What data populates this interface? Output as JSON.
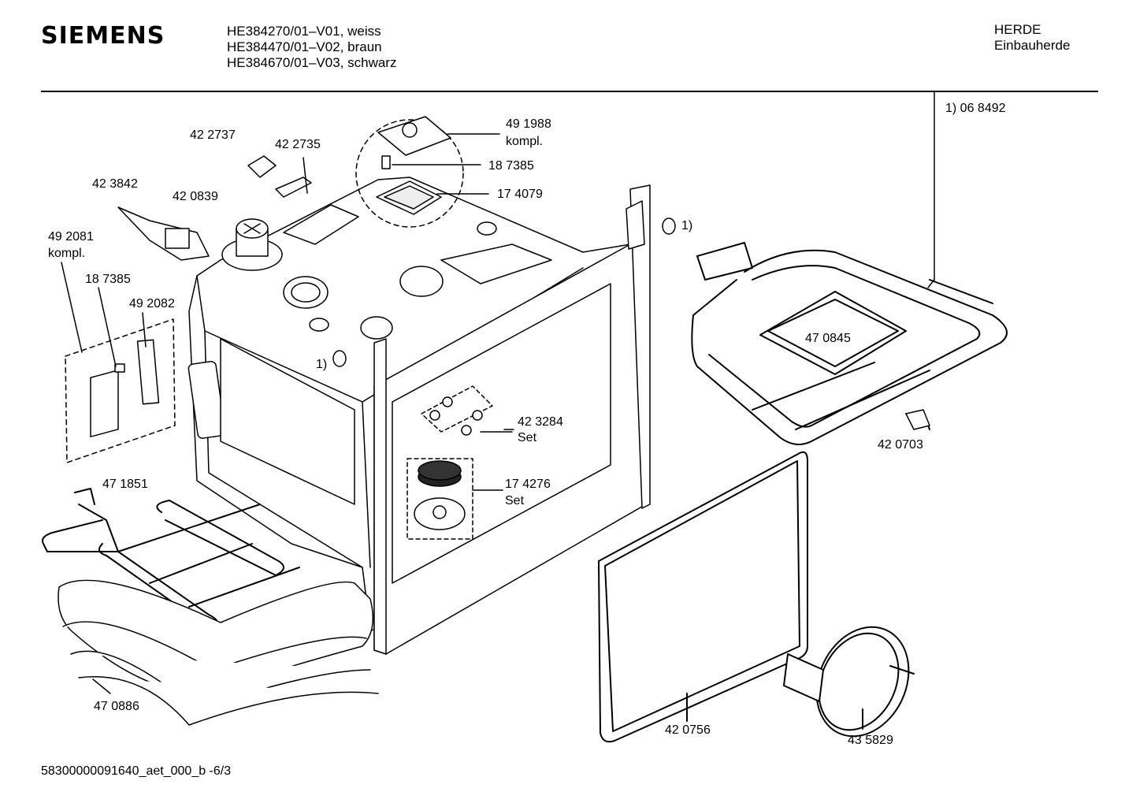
{
  "header": {
    "brand": "SIEMENS",
    "models": [
      "HE384270/01–V01, weiss",
      "HE384470/01–V02, braun",
      "HE384670/01–V03, schwarz"
    ],
    "category": "HERDE",
    "subcategory": "Einbauherde"
  },
  "note": "1) 06 8492",
  "callouts": {
    "p422737": "42 2737",
    "p422735": "42 2735",
    "p491988": "49 1988",
    "p491988_sub": "kompl.",
    "p187385_top": "18 7385",
    "p174079": "17 4079",
    "p423842": "42 3842",
    "p420839": "42 0839",
    "p492081": "49 2081",
    "p492081_sub": "kompl.",
    "p187385_left": "18 7385",
    "p492082": "49 2082",
    "ref1_lamp": "1)",
    "ref1_side": "1)",
    "p470845": "47 0845",
    "p420703": "42 0703",
    "p423284": "42 3284",
    "p423284_sub": "Set",
    "p174276": "17 4276",
    "p174276_sub": "Set",
    "p471851": "47 1851",
    "p470886": "47 0886",
    "p420756": "42 0756",
    "p435829": "43 5829"
  },
  "footer": "58300000091640_aet_000_b  -6/3"
}
